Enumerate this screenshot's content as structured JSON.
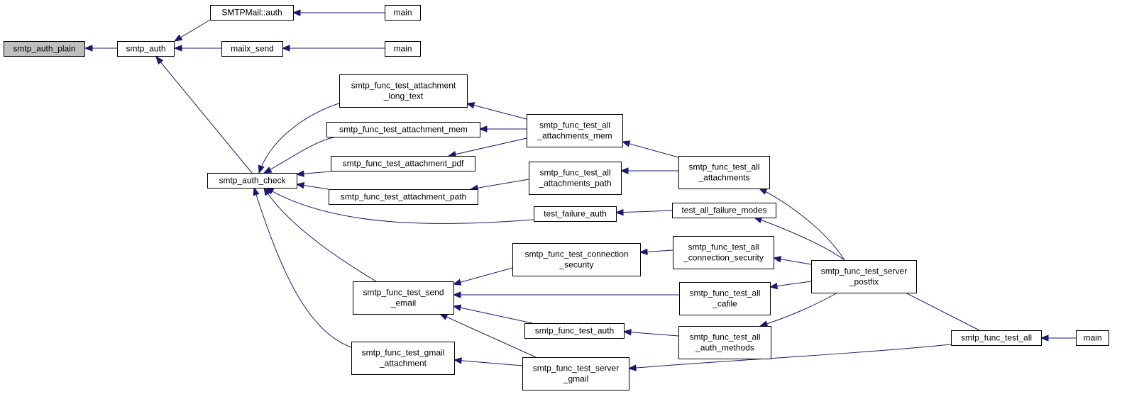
{
  "diagram": {
    "type": "call-graph",
    "colors": {
      "edge": "#191970",
      "node_border": "#000000",
      "node_fill": "#ffffff",
      "focus_fill": "#bfbfbf"
    },
    "nodes": [
      {
        "id": "plain",
        "lines": [
          "smtp_auth_plain"
        ],
        "focus": true
      },
      {
        "id": "auth",
        "lines": [
          "smtp_auth"
        ]
      },
      {
        "id": "smtpmail",
        "lines": [
          "SMTPMail::auth"
        ]
      },
      {
        "id": "main1",
        "lines": [
          "main"
        ]
      },
      {
        "id": "mailx",
        "lines": [
          "mailx_send"
        ]
      },
      {
        "id": "main2",
        "lines": [
          "main"
        ]
      },
      {
        "id": "check",
        "lines": [
          "smtp_auth_check"
        ]
      },
      {
        "id": "att_long",
        "lines": [
          "smtp_func_test_attachment",
          "_long_text"
        ]
      },
      {
        "id": "att_mem",
        "lines": [
          "smtp_func_test_attachment_mem"
        ]
      },
      {
        "id": "att_pdf",
        "lines": [
          "smtp_func_test_attachment_pdf"
        ]
      },
      {
        "id": "att_path",
        "lines": [
          "smtp_func_test_attachment_path"
        ]
      },
      {
        "id": "all_att_mem",
        "lines": [
          "smtp_func_test_all",
          "_attachments_mem"
        ]
      },
      {
        "id": "all_att_path",
        "lines": [
          "smtp_func_test_all",
          "_attachments_path"
        ]
      },
      {
        "id": "all_att",
        "lines": [
          "smtp_func_test_all",
          "_attachments"
        ]
      },
      {
        "id": "tfa",
        "lines": [
          "test_failure_auth"
        ]
      },
      {
        "id": "tafm",
        "lines": [
          "test_all_failure_modes"
        ]
      },
      {
        "id": "conn_sec",
        "lines": [
          "smtp_func_test_connection",
          "_security"
        ]
      },
      {
        "id": "all_conn_sec",
        "lines": [
          "smtp_func_test_all",
          "_connection_security"
        ]
      },
      {
        "id": "send_email",
        "lines": [
          "smtp_func_test_send",
          "_email"
        ]
      },
      {
        "id": "all_cafile",
        "lines": [
          "smtp_func_test_all",
          "_cafile"
        ]
      },
      {
        "id": "postfix",
        "lines": [
          "smtp_func_test_server",
          "_postfix"
        ]
      },
      {
        "id": "test_auth",
        "lines": [
          "smtp_func_test_auth"
        ]
      },
      {
        "id": "all_auth_methods",
        "lines": [
          "smtp_func_test_all",
          "_auth_methods"
        ]
      },
      {
        "id": "gmail_att",
        "lines": [
          "smtp_func_test_gmail",
          "_attachment"
        ]
      },
      {
        "id": "gmail",
        "lines": [
          "smtp_func_test_server",
          "_gmail"
        ]
      },
      {
        "id": "all",
        "lines": [
          "smtp_func_test_all"
        ]
      },
      {
        "id": "main3",
        "lines": [
          "main"
        ]
      }
    ],
    "edges": [
      [
        "auth",
        "plain"
      ],
      [
        "smtpmail",
        "auth"
      ],
      [
        "mailx",
        "auth"
      ],
      [
        "check",
        "auth"
      ],
      [
        "main1",
        "smtpmail"
      ],
      [
        "main2",
        "mailx"
      ],
      [
        "att_long",
        "check"
      ],
      [
        "att_mem",
        "check"
      ],
      [
        "att_pdf",
        "check"
      ],
      [
        "att_path",
        "check"
      ],
      [
        "tfa",
        "check"
      ],
      [
        "send_email",
        "check"
      ],
      [
        "gmail_att",
        "check"
      ],
      [
        "all_att_mem",
        "att_long"
      ],
      [
        "all_att_mem",
        "att_mem"
      ],
      [
        "all_att_mem",
        "att_pdf"
      ],
      [
        "all_att_path",
        "att_path"
      ],
      [
        "all_att",
        "all_att_mem"
      ],
      [
        "all_att",
        "all_att_path"
      ],
      [
        "tafm",
        "tfa"
      ],
      [
        "conn_sec",
        "send_email"
      ],
      [
        "all_cafile",
        "send_email"
      ],
      [
        "test_auth",
        "send_email"
      ],
      [
        "gmail",
        "send_email"
      ],
      [
        "gmail",
        "gmail_att"
      ],
      [
        "all_conn_sec",
        "conn_sec"
      ],
      [
        "all_auth_methods",
        "test_auth"
      ],
      [
        "postfix",
        "all_att"
      ],
      [
        "postfix",
        "tafm"
      ],
      [
        "postfix",
        "all_conn_sec"
      ],
      [
        "postfix",
        "all_cafile"
      ],
      [
        "postfix",
        "all_auth_methods"
      ],
      [
        "all",
        "postfix"
      ],
      [
        "all",
        "gmail"
      ],
      [
        "main3",
        "all"
      ]
    ]
  }
}
